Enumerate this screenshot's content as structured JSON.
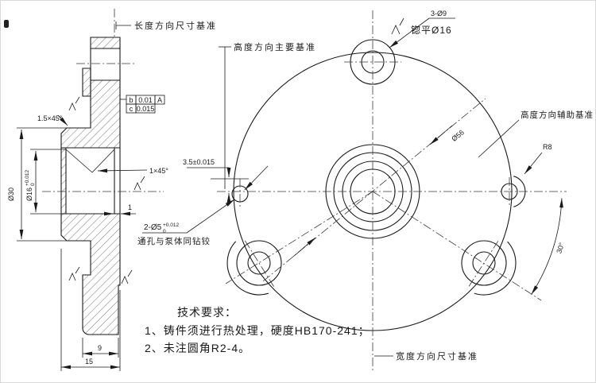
{
  "meta": {
    "background": "#ffffff",
    "ink": "#1a1a1a"
  },
  "section_view": {
    "datum_length_label": "长度方向尺寸基准",
    "chamfer_top": "1.5×45°",
    "chamfer_bore": "1×45°",
    "step_dim": "1",
    "hub_diameter": "Ø30",
    "bore_diameter": "Ø16",
    "bore_tol_upper": "+0.012",
    "bore_tol_lower": "0",
    "leg_width_dim": "9",
    "overall_width_dim": "15",
    "tolerance_frame": {
      "row1": [
        "b",
        "0.01",
        "A"
      ],
      "row2": [
        "c",
        "0.015"
      ]
    }
  },
  "face_view": {
    "datum_height_main_label": "高度方向主要基准",
    "datum_height_aux_label": "高度方向辅助基准",
    "datum_width_label": "宽度方向尺寸基准",
    "bolt_holes_dim": "3-Ø9",
    "spotface_note": "锪平Ø16",
    "pin_holes_dim": "2-Ø5",
    "pin_holes_tol_upper": "+0.012",
    "pin_holes_tol_lower": "0",
    "pin_holes_note": "通孔与泵体同钻铰",
    "offset_dim": "3.5±0.015",
    "bolt_circle_dim": "Ø56",
    "lobe_radius_dim": "R8",
    "angle_dim": "30°"
  },
  "tech_requirements": {
    "title": "技术要求：",
    "item1": "1、铸件须进行热处理，硬度HB170-241；",
    "item2": "2、未注圆角R2-4。"
  }
}
